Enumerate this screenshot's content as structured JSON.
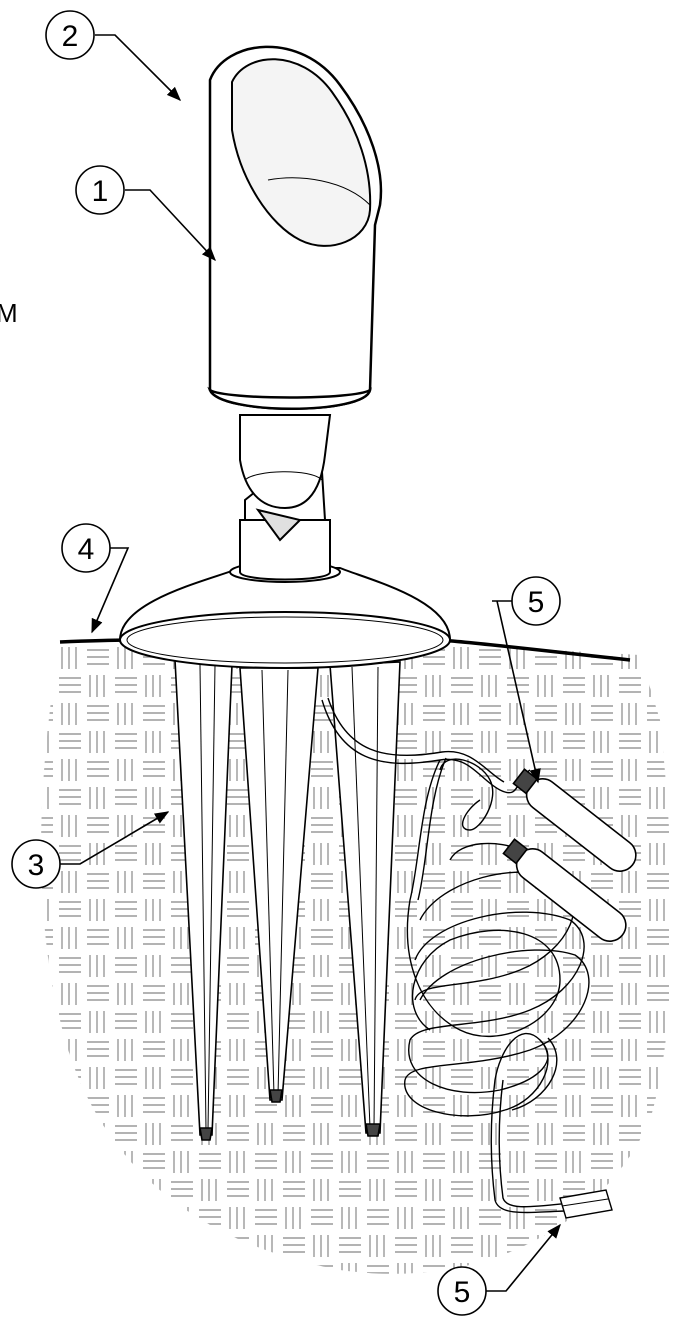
{
  "diagram": {
    "callouts": {
      "c1": "1",
      "c2": "2",
      "c3": "3",
      "c4": "4",
      "c5_connector": "5",
      "c5_cable": "5"
    },
    "edge_text": "M"
  },
  "colors": {
    "line": "#000000",
    "soil_hatch": "#9a9a9a",
    "fill": "#ffffff",
    "shade": "#d8d8d8"
  }
}
